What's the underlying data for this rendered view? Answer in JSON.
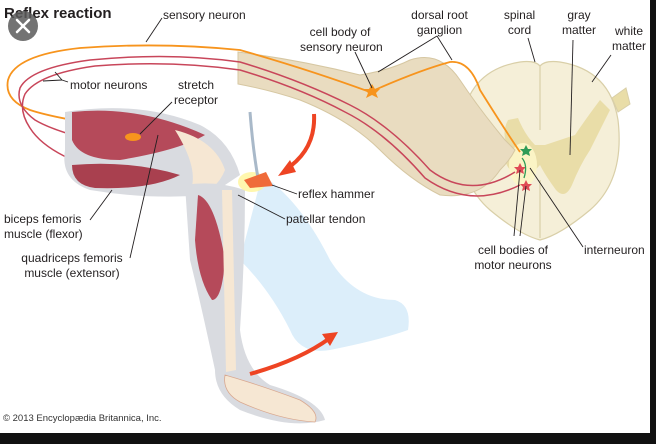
{
  "title": "Reflex reaction",
  "close_button": {
    "icon": "close-icon",
    "label": "×"
  },
  "labels": {
    "sensory_neuron": "sensory neuron",
    "cell_body_sensory": [
      "cell body of",
      "sensory neuron"
    ],
    "dorsal_root_ganglion": [
      "dorsal root",
      "ganglion"
    ],
    "spinal_cord": [
      "spinal",
      "cord"
    ],
    "gray_matter": [
      "gray",
      "matter"
    ],
    "white_matter": [
      "white",
      "matter"
    ],
    "motor_neurons": "motor neurons",
    "stretch_receptor": [
      "stretch",
      "receptor"
    ],
    "reflex_hammer": "reflex hammer",
    "patellar_tendon": "patellar tendon",
    "biceps_femoris": [
      "biceps femoris",
      "muscle (flexor)"
    ],
    "quadriceps_femoris": [
      "quadriceps femoris",
      "muscle (extensor)"
    ],
    "cell_bodies_motor": [
      "cell bodies of",
      "motor neurons"
    ],
    "interneuron": "interneuron"
  },
  "copyright": "© 2013 Encyclopædia Britannica, Inc.",
  "colors": {
    "sensory": "#f7941d",
    "motor": "#c8465a",
    "interneuron": "#2e9b57",
    "nerve_sheath": "#e9dcc0",
    "white_matter": "#f5efd8",
    "gray_matter": "#e9dda8",
    "muscle": "#b54a5a",
    "bone": "#f6e7d3",
    "skin": "#d9dbe0",
    "ghost_leg": "#dceefa",
    "arrow": "#ee4423",
    "hammer": "#ef6b3a"
  }
}
